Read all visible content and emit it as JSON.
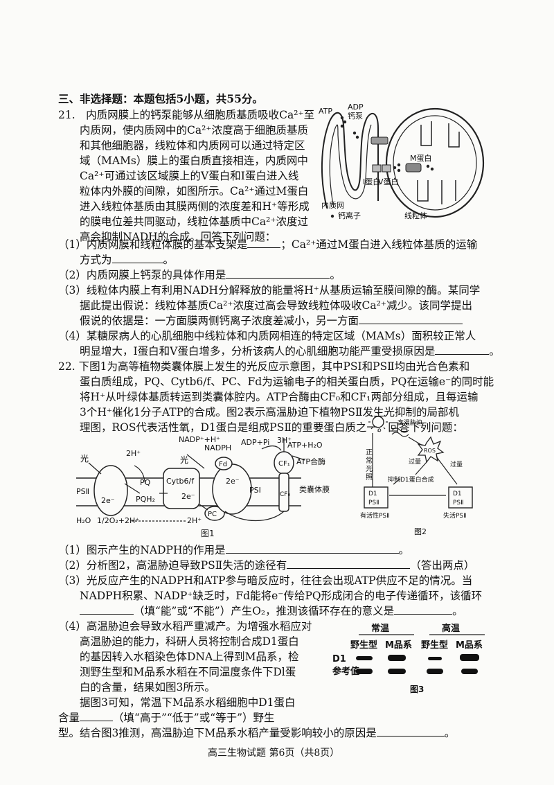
{
  "section_heading": "三、非选择题：本题包括5小题，共55分。",
  "q21": {
    "stem_lines": [
      "21.　内质网膜上的钙泵能够从细胞质基质吸收Ca²⁺至",
      "内质网，使内质网中的Ca²⁺浓度高于细胞质基质",
      "和其他细胞器，线粒体和内质网可以通过特定区",
      "域（MAMs）膜上的蛋白质直接相连，内质网中",
      "Ca²⁺可通过该区域膜上的V蛋白和I蛋白进入线",
      "粒体内外膜的间隙，如图所示。Ca²⁺通过M蛋白",
      "进入线粒体基质由其膜两侧的浓度差和H⁺等形成",
      "的膜电位差共同驱动，线粒体基质中Ca²⁺浓度过",
      "高会抑制NADH的合成。回答下列问题："
    ],
    "sub1_a": "（1）内质网膜和线粒体膜的基本支架是",
    "sub1_b": "；Ca²⁺通过M蛋白进入线粒体基质的运输",
    "sub1_c": "方式为",
    "sub2": "（2）内质网膜上钙泵的具体作用是",
    "sub3_lines": [
      "（3）线粒体内膜上有利用NADH分解释放的能量将H⁺从基质运输至膜间隙的酶。某同学",
      "据此提出假说：线粒体基质Ca²⁺浓度过高会导致线粒体吸收Ca²⁺减少。该同学提出",
      "假说的依据是：一方面膜两侧钙离子浓度差减小，另一方面"
    ],
    "sub4_lines": [
      "（4）某糖尿病人的心肌细胞中线粒体和内质网相连的特定区域（MAMs）面积较正常人",
      "明显增大，I蛋白和V蛋白增多，分析该病人的心肌细胞功能严重受损原因是"
    ],
    "figure": {
      "atp": "ATP",
      "adp": "ADP",
      "calcium_pump": "钙泵",
      "m_protein": "M蛋白",
      "i_protein": "I蛋白",
      "v_protein": "V蛋白",
      "er": "内质网",
      "calcium_ion": "钙离子",
      "mitochondrion": "线粒体"
    }
  },
  "q22": {
    "stem_lines": [
      "22. 下图1为高等植物类囊体膜上发生的光反应示意图，其中PSI和PSⅡ均由光合色素和",
      "蛋白质组成，PQ、Cytb6/f、PC、Fd为运输电子的相关蛋白质，PQ在运输e⁻的同时能",
      "将H⁺从叶绿体基质转运到类囊体腔内。ATP合酶由CF₀和CF₁两部分组成，且每运输",
      "3个H⁺催化1分子ATP的合成。图2表示高温胁迫下植物PSⅡ发生光抑制的局部机",
      "理图，ROS代表活性氧，D1蛋白是组成PSⅡ的重要蛋白质之一。回答下列问题："
    ],
    "fig1": {
      "light1": "光",
      "light2": "光",
      "two_h_top": "2H⁺",
      "nadp": "NADP⁺+H⁺",
      "nadph": "NADPH",
      "adp_pi": "ADP+Pi",
      "atp_h2o": "ATP+H₂O",
      "three_h": "3H⁺",
      "atp_synthase": "ATP合酶",
      "psii": "PSⅡ",
      "psi": "PSⅠ",
      "pq": "PQ",
      "pqh2": "PQH₂",
      "cytb6f": "Cytb6/f",
      "fd": "Fd",
      "pc": "PC",
      "cf1": "CF₁",
      "cf0": "CF₀",
      "two_e1": "2e⁻",
      "two_e2": "2e⁻",
      "two_e3": "2e⁻",
      "membrane": "类囊体膜",
      "water": "H₂O",
      "o2_h": "1/2O₂+2H⁺",
      "two_h_bottom": "2H⁺",
      "caption": "图1"
    },
    "fig2": {
      "heat_stress": "高温胁迫",
      "normal_light": "正常光照",
      "ros": "ROS",
      "excess1": "过量",
      "excess2": "过量",
      "inhibit": "抑制D1蛋白合成",
      "d1_a": "D1",
      "d1_b": "D1",
      "psii_a": "PSⅡ",
      "psii_b": "PSⅡ",
      "active": "有活性PSⅡ",
      "inactive": "失活PSⅡ",
      "caption": "图2"
    },
    "sub1": "（1）图示产生的NADPH的作用是",
    "sub2_a": "（2）分析图2，高温胁迫导致PSⅡ失活的途径有",
    "sub2_b": "（答出两点）",
    "sub3_lines": [
      "（3）光反应产生的NADPH和ATP参与暗反应时，往往会出现ATP供应不足的情况。当",
      "NADPH积累、NADP⁺缺乏时，Fd能将e⁻传给PQ形成闭合的电子传递循环，该循环"
    ],
    "sub3_c": "（填“能”或“不能”）产生O₂，推测该循环存在的意义是",
    "sub4_lines": [
      "（4）高温胁迫会导致水稻严重减产。为增强水稻应对",
      "高温胁迫的能力，科研人员将控制合成D1蛋白",
      "的基因转入水稻染色体DNA上得到M品系，检",
      "测野生型和M品系水稻在不同温度条件下Dl蛋",
      "白的含量，结果如图3所示。",
      "据图3可知，常温下M品系水稻细胞中D1蛋白"
    ],
    "sub4_g": "含量",
    "sub4_h": "（填“高于”“低于”或“等于”）野生",
    "sub4_i": "型。结合图3推测，高温胁迫下M品系水稻产量受影响较小的原因是",
    "fig3": {
      "normal_temp": "常温",
      "high_temp": "高温",
      "wild": "野生型",
      "m_line": "M品系",
      "d1": "D1",
      "reference": "参考值",
      "caption": "图3"
    }
  },
  "footer": "高三生物试题 第6页（共8页）"
}
